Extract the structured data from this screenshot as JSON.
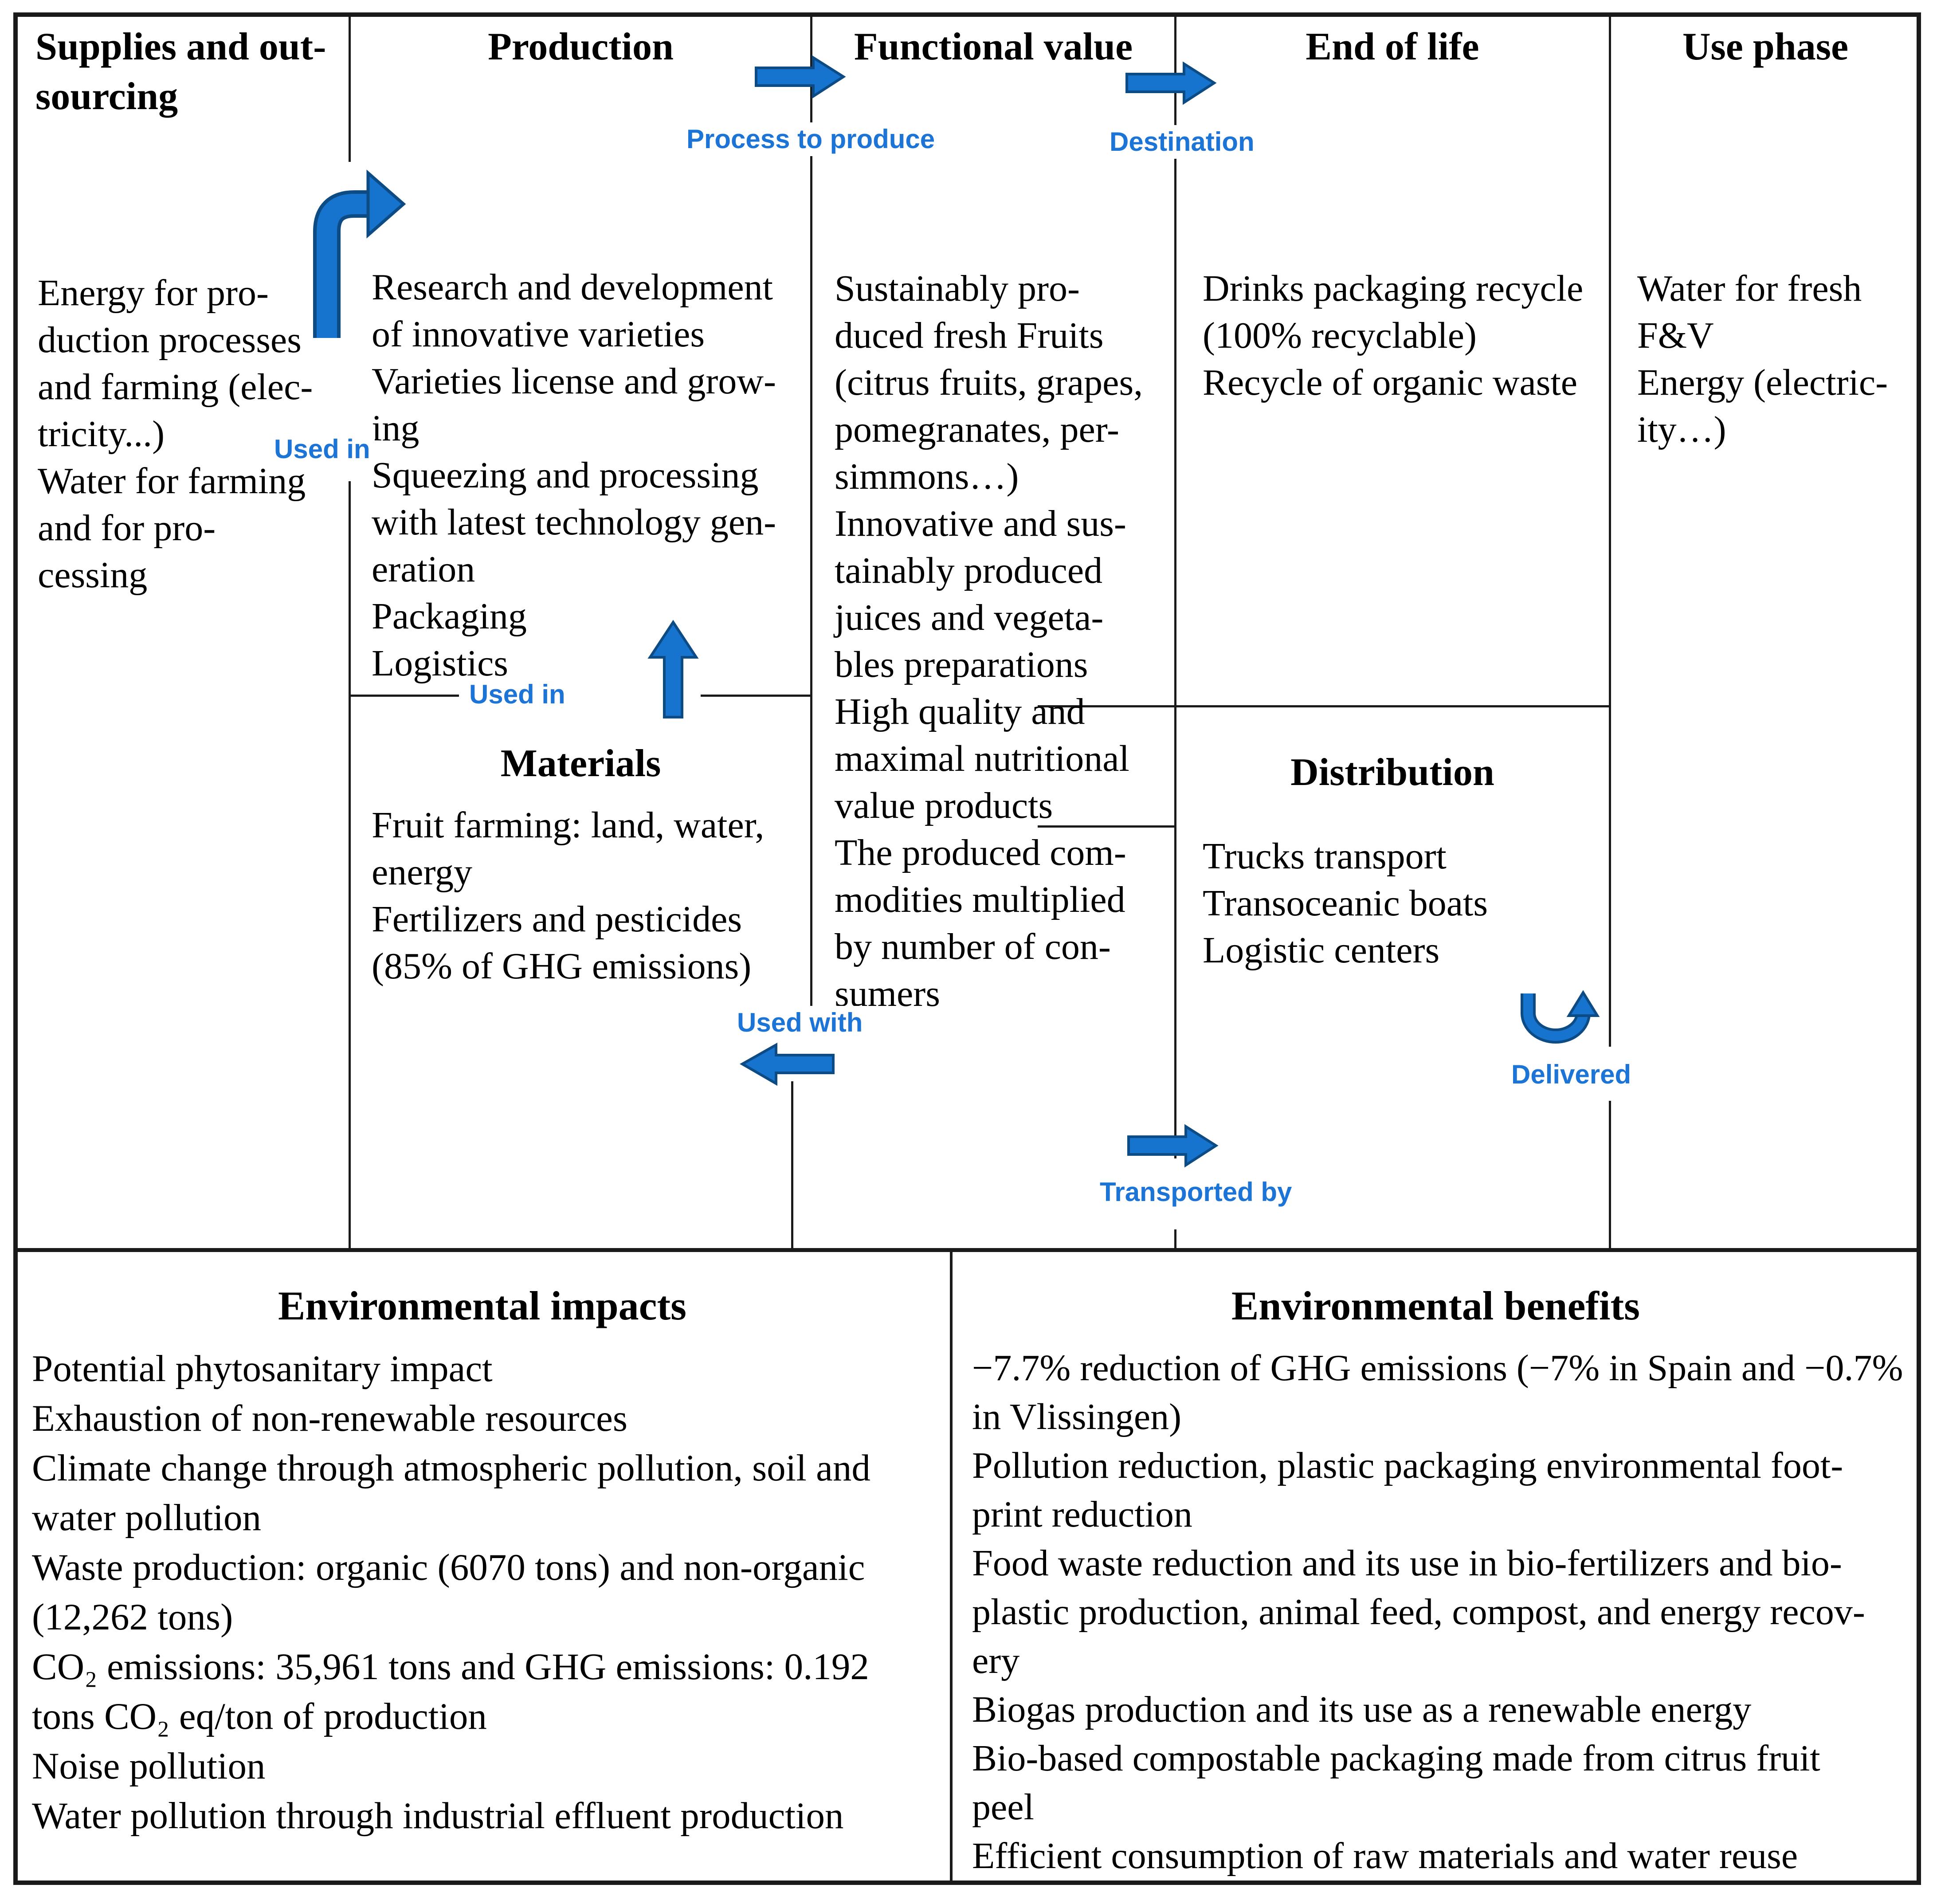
{
  "diagram": {
    "columns": {
      "supplies": {
        "title": "Supplies and out-\nsourcing",
        "body": "Energy for pro-\nduction processes\nand farming (elec-\ntricity...)\nWater for farming\nand for pro-\ncessing"
      },
      "production": {
        "title": "Production",
        "body": "Research and development\nof innovative varieties\nVarieties license and grow-\ning\nSqueezing and processing\nwith latest technology gen-\neration\nPackaging\nLogistics",
        "materials_title": "Materials",
        "materials_body": "Fruit farming: land, water,\nenergy\nFertilizers and pesticides\n(85% of GHG emissions)"
      },
      "functional_value": {
        "title": "Functional value",
        "body": "Sustainably pro-\nduced fresh Fruits\n(citrus fruits, grapes,\npomegranates, per-\nsimmons…)\nInnovative and sus-\ntainably produced\njuices and vegeta-\nbles preparations\nHigh quality and\nmaximal nutritional\nvalue products\nThe produced com-\nmodities multiplied\nby number of con-\nsumers"
      },
      "end_of_life": {
        "title": "End of life",
        "body": "Drinks packaging recycle\n(100% recyclable)\nRecycle of organic waste",
        "distribution_title": "Distribution",
        "distribution_body": "Trucks transport\nTransoceanic boats\nLogistic centers"
      },
      "use_phase": {
        "title": "Use phase",
        "body": "Water for fresh\nF&V\nEnergy (electric-\nity…)"
      }
    },
    "flow_labels": {
      "used_in_top": "Used in",
      "process_to_produce": "Process to produce",
      "destination": "Destination",
      "used_in_materials": "Used in",
      "used_with": "Used with",
      "transported_by": "Transported by",
      "delivered": "Delivered"
    },
    "bottom": {
      "impacts_title": "Environmental impacts",
      "impacts_body": "Potential phytosanitary impact\nExhaustion of non-renewable resources\nClimate change through atmospheric pollution, soil and\nwater pollution\nWaste production: organic (6070 tons) and non-organic\n(12,262 tons)\nCO₂ emissions: 35,961 tons and GHG emissions: 0.192\ntons CO₂ eq/ton of production\nNoise pollution\nWater pollution through industrial effluent production",
      "benefits_title": "Environmental benefits",
      "benefits_body": "−7.7% reduction of GHG emissions (−7% in Spain and −0.7%\nin Vlissingen)\nPollution reduction, plastic packaging environmental foot-\nprint reduction\nFood waste reduction and its use in bio-fertilizers and bio-\nplastic production, animal feed, compost, and energy recov-\nery\nBiogas production and its use as a renewable energy\nBio-based compostable packaging made from citrus fruit\npeel\nEfficient consumption of raw materials and water reuse"
    },
    "colors": {
      "arrow_fill": "#1673CE",
      "arrow_stroke": "#0D4B85",
      "label_blue": "#1B74D6",
      "line_black": "#1a1a1a"
    }
  }
}
